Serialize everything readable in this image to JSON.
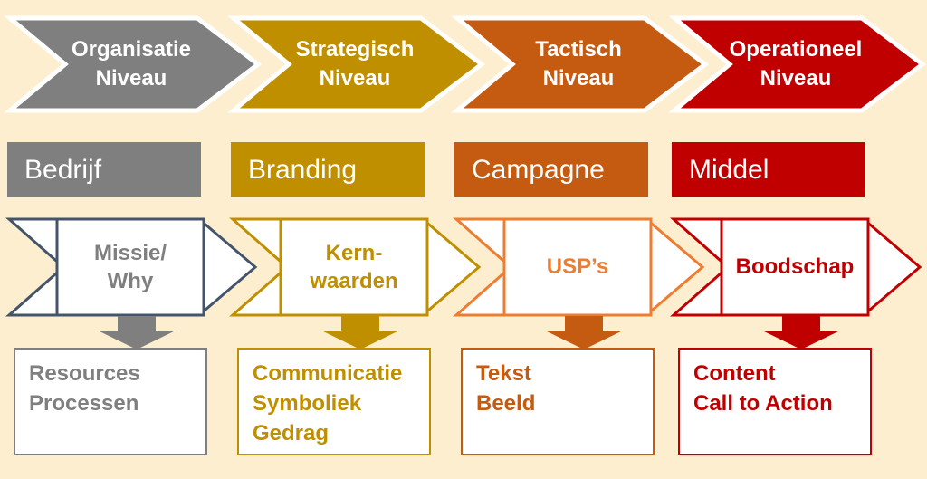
{
  "background_color": "#FCEECF",
  "columns": [
    {
      "level_label": "Organisatie\nNiveau",
      "band_label": "Bedrijf",
      "step_label": "Missie/\nWhy",
      "box_label": "Resources\nProcessen",
      "colors": {
        "chevron": "#7F7F7F",
        "step_outline": "#44546A",
        "step_text": "#7F7F7F",
        "arrow": "#7F7F7F",
        "box": "#7F7F7F"
      }
    },
    {
      "level_label": "Strategisch\nNiveau",
      "band_label": "Branding",
      "step_label": "Kern-\nwaarden",
      "box_label": "Communicatie\nSymboliek\nGedrag",
      "colors": {
        "chevron": "#BF8F00",
        "step_outline": "#BF8F00",
        "step_text": "#BF8F00",
        "arrow": "#BF8F00",
        "box": "#BF8F00"
      }
    },
    {
      "level_label": "Tactisch\nNiveau",
      "band_label": "Campagne",
      "step_label": "USP’s",
      "box_label": "Tekst\nBeeld",
      "colors": {
        "chevron": "#C55A11",
        "step_outline": "#ED7D31",
        "step_text": "#ED7D31",
        "arrow": "#C55A11",
        "box": "#C55A11"
      }
    },
    {
      "level_label": "Operationeel\nNiveau",
      "band_label": "Middel",
      "step_label": "Boodschap",
      "box_label": "Content\nCall to Action",
      "colors": {
        "chevron": "#C00000",
        "step_outline": "#C00000",
        "step_text": "#C00000",
        "arrow": "#C00000",
        "box": "#C00000"
      }
    }
  ]
}
